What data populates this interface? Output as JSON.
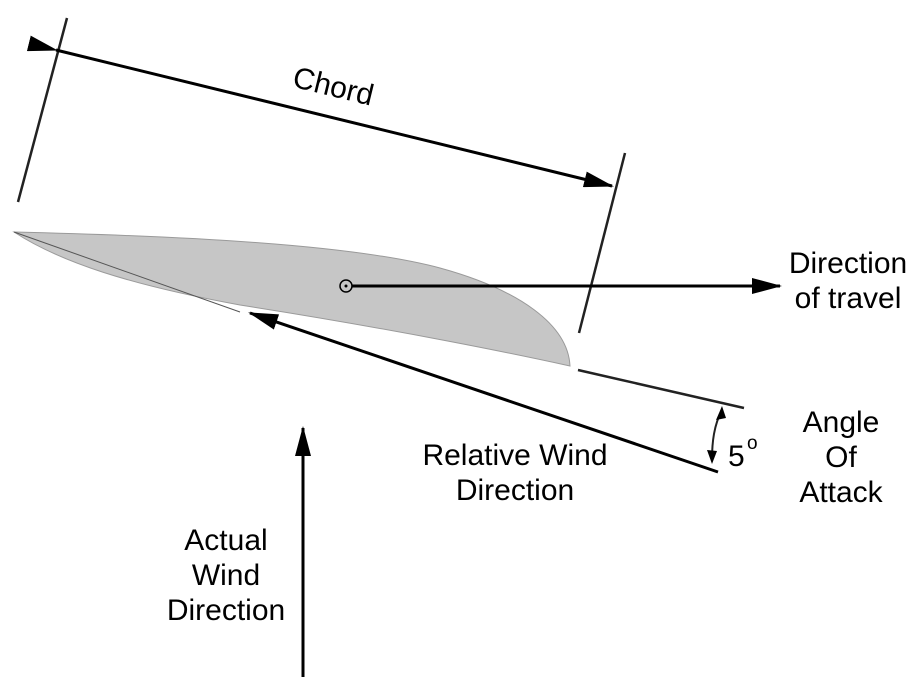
{
  "labels": {
    "chord": "Chord",
    "direction_of_travel_1": "Direction",
    "direction_of_travel_2": "of travel",
    "relative_wind_1": "Relative Wind",
    "relative_wind_2": "Direction",
    "actual_wind_1": "Actual",
    "actual_wind_2": "Wind",
    "actual_wind_3": "Direction",
    "angle_1": "Angle",
    "angle_2": "Of",
    "angle_3": "Attack",
    "angle_value": "5",
    "angle_unit": "o"
  },
  "colors": {
    "airfoil_fill": "#c6c6c6",
    "stroke": "#000000",
    "background": "#ffffff"
  }
}
